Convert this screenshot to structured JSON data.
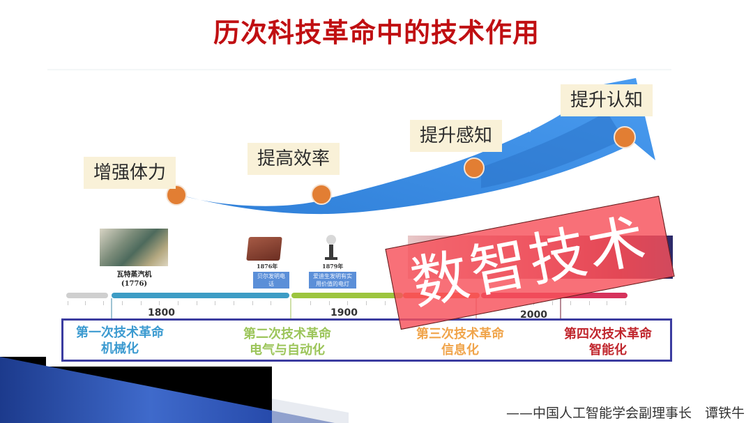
{
  "title": "历次科技革命中的技术作用",
  "stages": [
    {
      "label": "增强体力"
    },
    {
      "label": "提高效率"
    },
    {
      "label": "提升感知"
    },
    {
      "label": "提升认知"
    }
  ],
  "inventions": [
    {
      "name": "瓦特蒸汽机",
      "year": "(1776)"
    },
    {
      "year": "1876年",
      "desc": "贝尔发明电话"
    },
    {
      "year": "1879年",
      "desc": "爱迪生发明有实用价值的电灯"
    }
  ],
  "timeline": {
    "years": [
      "1800",
      "1900",
      "2000"
    ]
  },
  "revolutions": [
    {
      "line1": "第一次技术革命",
      "line2": "机械化",
      "color": "#3b9ad0"
    },
    {
      "line1": "第二次技术革命",
      "line2": "电气与自动化",
      "color": "#9cc55a"
    },
    {
      "line1": "第三次技术革命",
      "line2": "信息化",
      "color": "#f0a44a"
    },
    {
      "line1": "第四次技术革命",
      "line2": "智能化",
      "color": "#c0262d"
    }
  ],
  "stamp": {
    "text": "数智技术"
  },
  "attribution": "——中国人工智能学会副理事长　谭铁牛",
  "colors": {
    "title": "#c00f12",
    "arrow": "#3c8fe6",
    "dot": "#e27e33",
    "stamp": "#f7505a",
    "box_border": "#3b3ca0"
  }
}
